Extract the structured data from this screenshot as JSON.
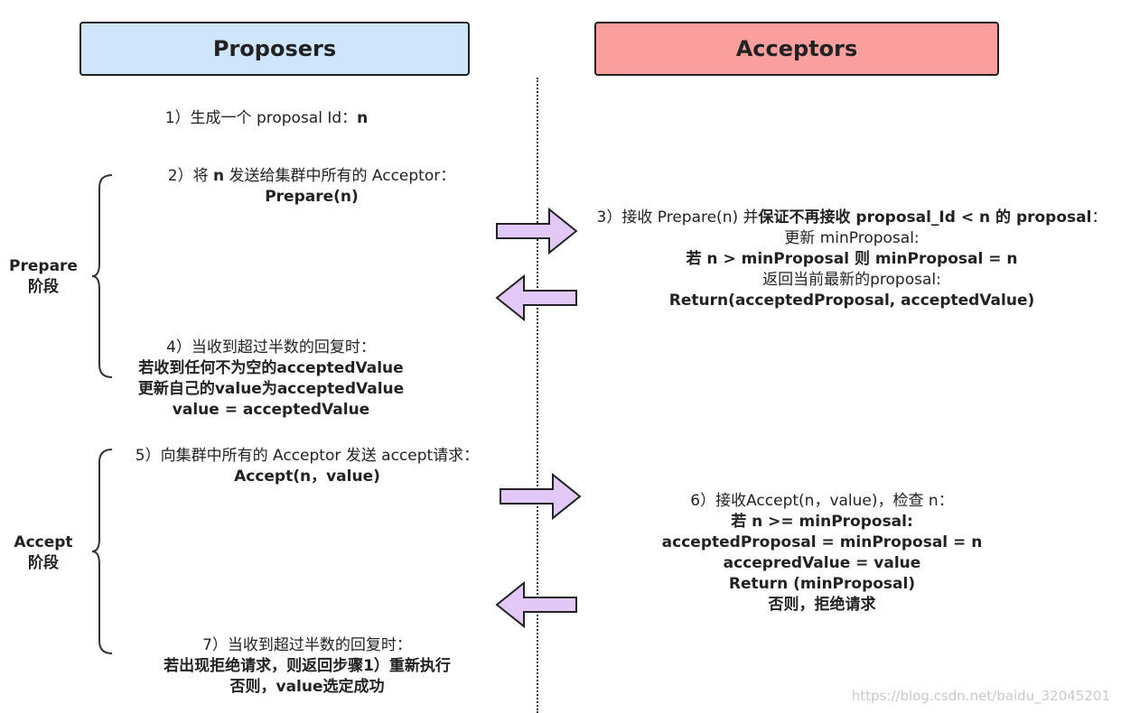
{
  "headers": {
    "proposers": "Proposers",
    "acceptors": "Acceptors"
  },
  "phases": {
    "prepare": [
      "Prepare",
      "阶段"
    ],
    "accept": [
      "Accept",
      "阶段"
    ]
  },
  "steps": {
    "s1": {
      "pre": "1）生成一个 proposal Id：",
      "bold": "n"
    },
    "s2": {
      "pre": "2）将 ",
      "bold": "n",
      "post": " 发送给集群中所有的 Acceptor：",
      "line2": "Prepare(n)"
    },
    "s3": {
      "pre": "3）接收 Prepare(n) 并",
      "bold": "保证不再接收 proposal_Id < n 的 proposal",
      "post": "：",
      "line2": "更新 minProposal:",
      "line3": "若 n > minProposal 则 minProposal = n",
      "line4": "返回当前最新的proposal:",
      "line5": "Return(acceptedProposal, acceptedValue)"
    },
    "s4": {
      "line1": "4）当收到超过半数的回复时：",
      "line2": "若收到任何不为空的acceptedValue",
      "line3": "更新自己的value为acceptedValue",
      "line4": "value = acceptedValue"
    },
    "s5": {
      "line1": "5）向集群中所有的 Acceptor 发送 accept请求：",
      "line2": "Accept(n，value)"
    },
    "s6": {
      "line1": "6）接收Accept(n，value)，检查 n：",
      "line2": "若 n >= minProposal:",
      "line3": "acceptedProposal = minProposal = n",
      "line4": "accepredValue = value",
      "line5": "Return (minProposal)",
      "line6": "否则，拒绝请求"
    },
    "s7": {
      "line1": "7）当收到超过半数的回复时：",
      "line2": "若出现拒绝请求，则返回步骤1）重新执行",
      "line3": "否则，value选定成功"
    }
  },
  "watermark": "https://blog.csdn.net/baidu_32045201",
  "colors": {
    "proposers_fill": "#cde6fb",
    "acceptors_fill": "#fa9e9e",
    "arrow_fill": "#e2c8f7",
    "stroke": "#222222"
  }
}
